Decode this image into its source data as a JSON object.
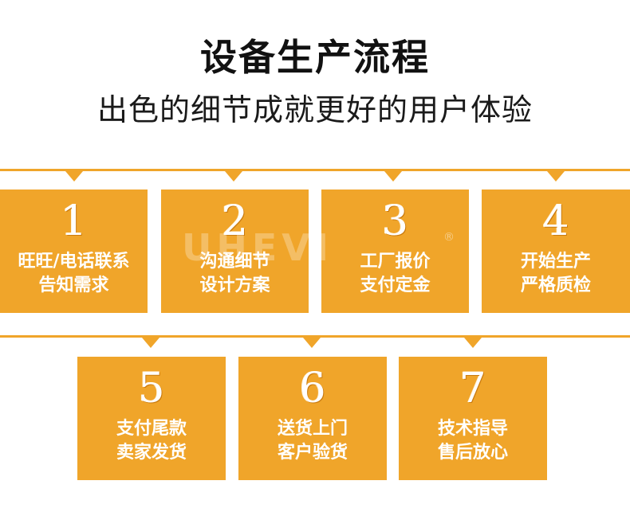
{
  "header": {
    "title": "设备生产流程",
    "subtitle": "出色的细节成就更好的用户体验"
  },
  "steps": [
    {
      "number": "1",
      "line1": "旺旺/电话联系",
      "line2": "告知需求"
    },
    {
      "number": "2",
      "line1": "沟通细节",
      "line2": "设计方案"
    },
    {
      "number": "3",
      "line1": "工厂报价",
      "line2": "支付定金"
    },
    {
      "number": "4",
      "line1": "开始生产",
      "line2": "严格质检"
    },
    {
      "number": "5",
      "line1": "支付尾款",
      "line2": "卖家发货"
    },
    {
      "number": "6",
      "line1": "送货上门",
      "line2": "客户验货"
    },
    {
      "number": "7",
      "line1": "技术指导",
      "line2": "售后放心"
    }
  ],
  "watermark": {
    "text": "UHEVI",
    "mark": "®"
  },
  "colors": {
    "accent": "#f0a52a",
    "title": "#111111",
    "box_text": "#ffffff"
  }
}
